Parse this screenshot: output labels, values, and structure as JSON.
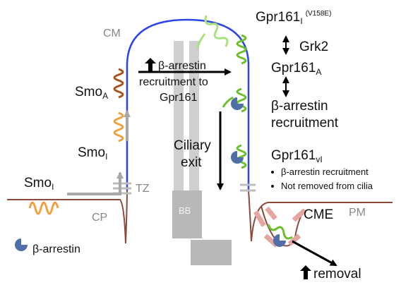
{
  "labels": {
    "cm": "CM",
    "tz": "TZ",
    "cp": "CP",
    "pm": "PM",
    "bb": "BB",
    "cme": "CME",
    "smo_i_free": "Smo",
    "smo_i_free_sub": "I",
    "smo_i_cilia": "Smo",
    "smo_i_cilia_sub": "I",
    "smo_a": "Smo",
    "smo_a_sub": "A",
    "barr_legend": "β-arrestin",
    "gpr161_mut": "Gpr161",
    "gpr161_mut_sub": "I",
    "gpr161_mut_sup": "(V158E)",
    "grk2": "Grk2",
    "gpr161_a": "Gpr161",
    "gpr161_a_sub": "A",
    "barr_recruit_1": "β-arrestin",
    "barr_recruit_2": "recruitment",
    "gpr161_vi": "Gpr161",
    "gpr161_vi_sub": "vI",
    "bullet_1": "β-arrestin recruitment",
    "bullet_2": "Not removed from cilia",
    "up_barr_1": "β-arrestin",
    "up_barr_2": "recruitment to",
    "up_barr_3": "Gpr161",
    "ciliary_exit_1": "Ciliary",
    "ciliary_exit_2": "exit",
    "removal": "removal"
  },
  "colors": {
    "membrane": "#2b45e6",
    "plasma_membrane": "#8a4a3c",
    "smo_inactive": "#f0a040",
    "smo_active": "#a8531c",
    "gpr161": "#6cbf2a",
    "gpr161_light": "#a8e27a",
    "arrestin": "#4f6fa6",
    "clathrin": "#e6a6a0",
    "tz_gray": "#bdbdbd",
    "bb_gray": "#b8b8b8",
    "arrow_gray": "#a8a8a8"
  }
}
